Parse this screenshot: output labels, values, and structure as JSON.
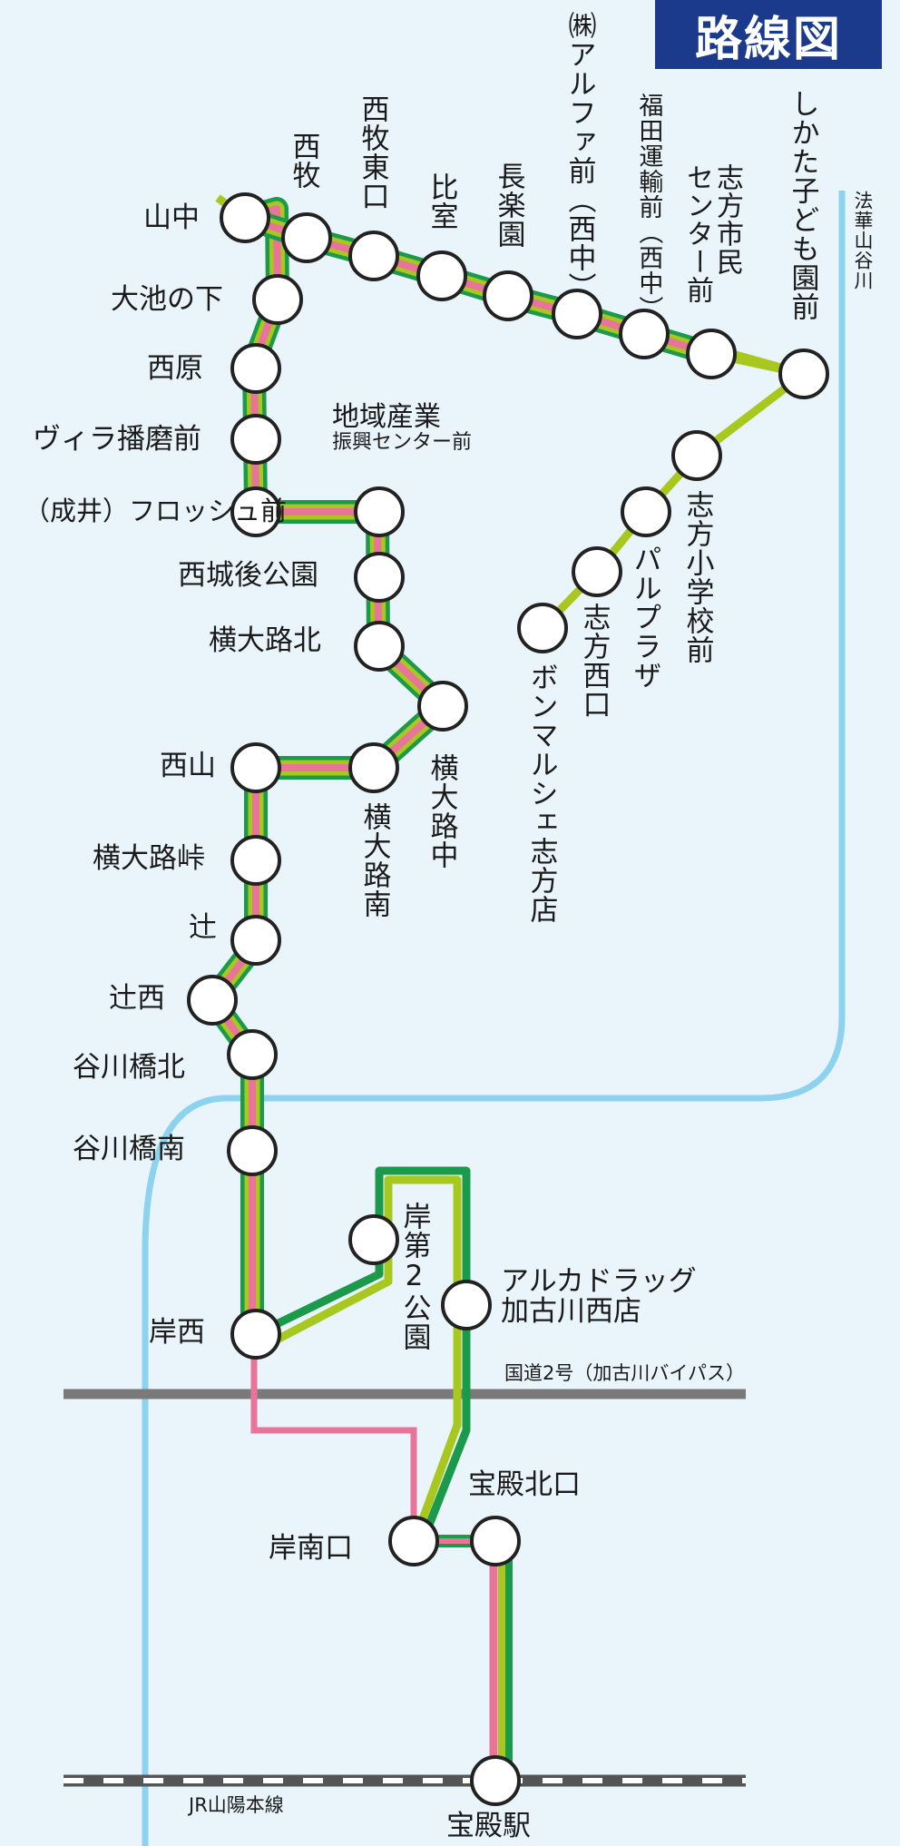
{
  "title": "路線図",
  "colors": {
    "background": "#eaf5fb",
    "title_bg": "#1b3a8c",
    "pink": "#e8749a",
    "green": "#1a9a4a",
    "lime": "#a8c820",
    "river": "#8dd3f0",
    "road": "#7a7a7a",
    "rail": "#555555"
  },
  "stations": {
    "yamanaka": "山中",
    "nishimaki": "西牧",
    "nishimakihigashiguchi": "西牧東口",
    "himuro": "比室",
    "chourakuen": "長楽園",
    "alpha_mae_l1": "㈱アルファ前",
    "alpha_mae_l2": "（西中）",
    "fukuda_l1": "福田運輸前",
    "fukuda_l2": "（西中）",
    "shikata_shimin_l1": "志方市民",
    "shikata_shimin_l2": "センター前",
    "shikata_kodomo": "しかた子ども園前",
    "ooike": "大池の下",
    "nishihara": "西原",
    "villa": "ヴィラ播磨前",
    "flossie": "（成井）フロッシュ前",
    "chiiki_l1": "地域産業",
    "chiiki_l2": "振興センター前",
    "nishijougo": "西城後公園",
    "yokooji_kita": "横大路北",
    "yokooji_naka": "横大路中",
    "yokooji_minami": "横大路南",
    "nishiyama": "西山",
    "yokooji_touge": "横大路峠",
    "tsuji": "辻",
    "tsujinishi": "辻西",
    "tanigawa_kita": "谷川橋北",
    "tanigawa_minami": "谷川橋南",
    "kishi_dai2": "岸第2公園",
    "aruka_l1": "アルカドラッグ",
    "aruka_l2": "加古川西店",
    "kishinishi": "岸西",
    "kishi_minamiguchi": "岸南口",
    "houden_kitaguchi": "宝殿北口",
    "houden": "宝殿駅",
    "shikata_shogakko": "志方小学校前",
    "palplaza": "パルプラザ",
    "shikata_nishiguchi": "志方西口",
    "bonmarche": "ボンマルシェ志方店"
  },
  "features": {
    "river": "法華山谷川",
    "road": "国道2号（加古川バイパス）",
    "railway": "JR山陽本線"
  }
}
